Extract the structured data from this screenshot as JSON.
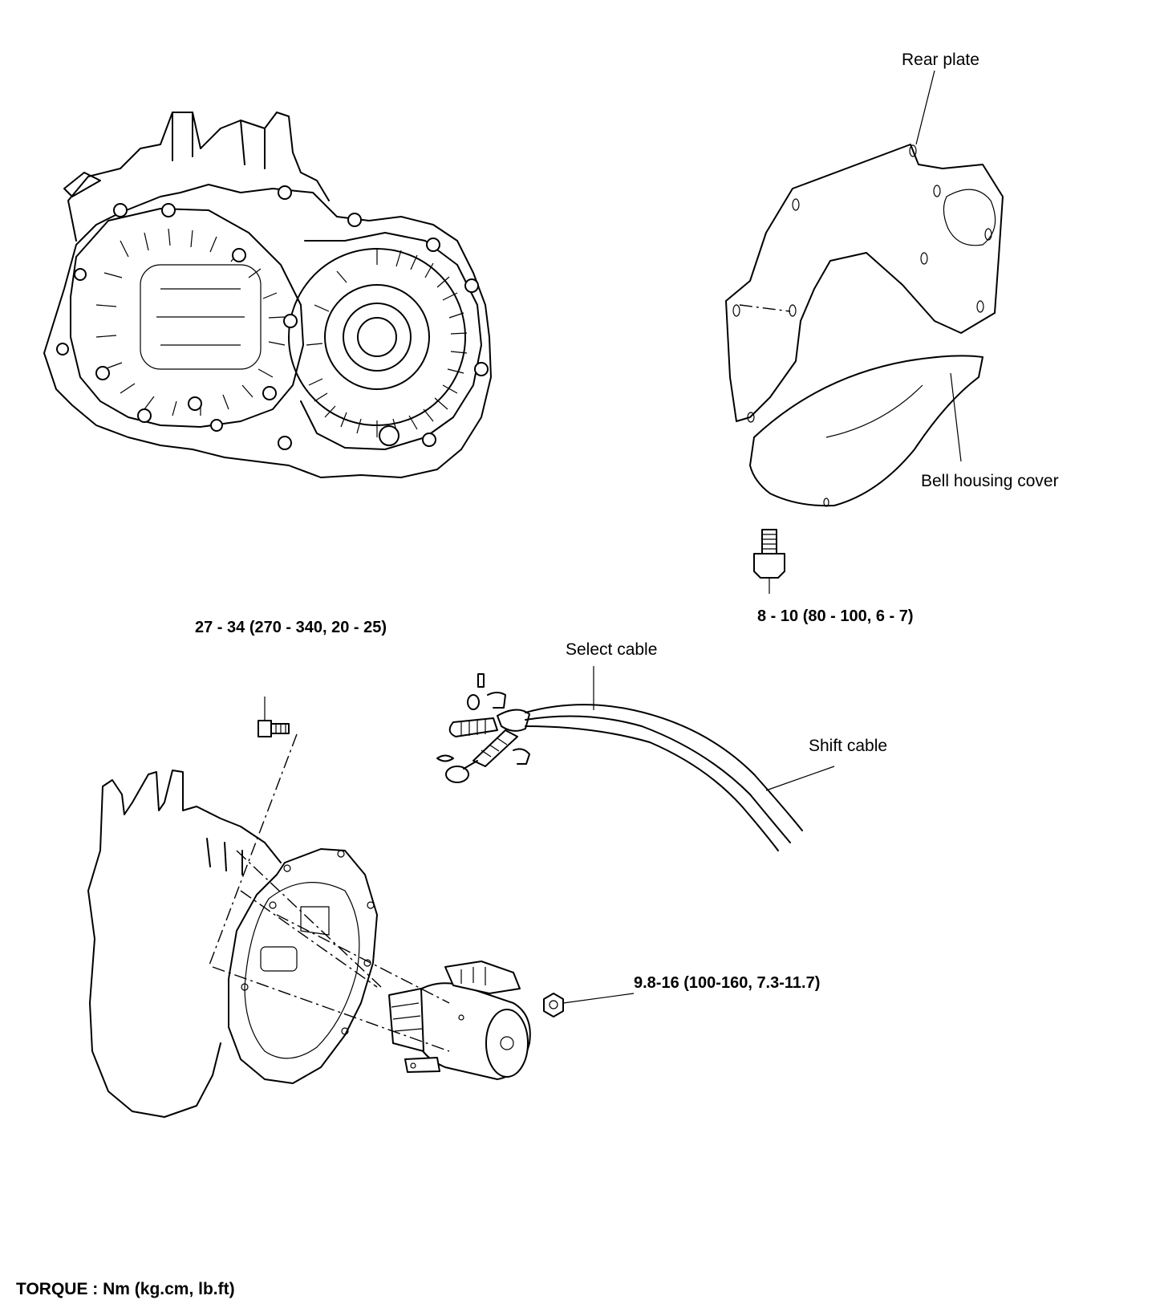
{
  "labels": {
    "rear_plate": "Rear plate",
    "bell_housing_cover": "Bell housing cover",
    "torque_cover_bolt": "8 - 10 (80 - 100, 6 - 7)",
    "torque_starter_bolt": "27 - 34 (270 - 340, 20 - 25)",
    "select_cable": "Select cable",
    "shift_cable": "Shift cable",
    "torque_starter_nut": "9.8-16 (100-160, 7.3-11.7)",
    "torque_units": "TORQUE : Nm (kg.cm, lb.ft)"
  }
}
